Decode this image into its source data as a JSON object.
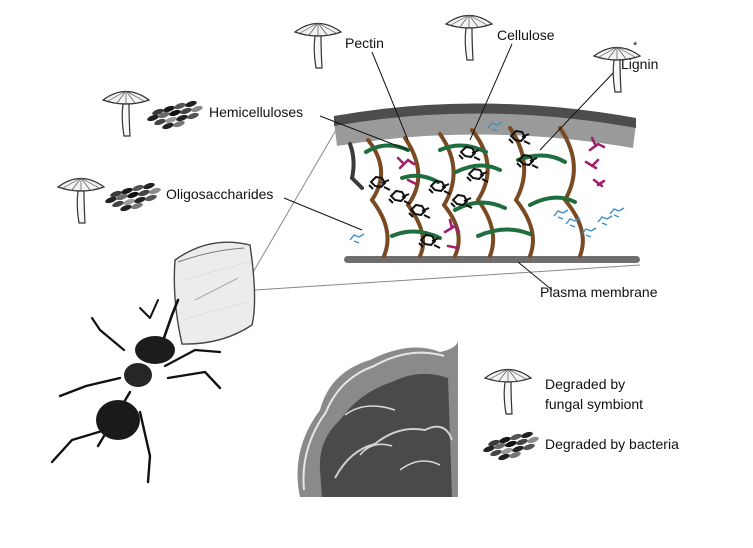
{
  "labels": {
    "pectin": "Pectin",
    "cellulose": "Cellulose",
    "lignin": "Lignin",
    "lignin_mark": "*",
    "hemicelluloses": "Hemicelluloses",
    "oligosaccharides": "Oligosaccharides",
    "plasma_membrane": "Plasma membrane"
  },
  "legend": {
    "fungal_line1": "Degraded by",
    "fungal_line2": "fungal symbiont",
    "bacteria": "Degraded by bacteria"
  },
  "icons": {
    "fungus": "mushroom-icon",
    "bacteria": "bacteria-cluster-icon"
  },
  "colors": {
    "cellulose": "#7a4a22",
    "hemicellulose": "#1f6e3e",
    "pectin": "#a0206c",
    "lignin": "#111111",
    "oligosaccharide": "#3b8fc4",
    "cell_wall": "#6e6e6e",
    "membrane": "#6e6e6e"
  }
}
